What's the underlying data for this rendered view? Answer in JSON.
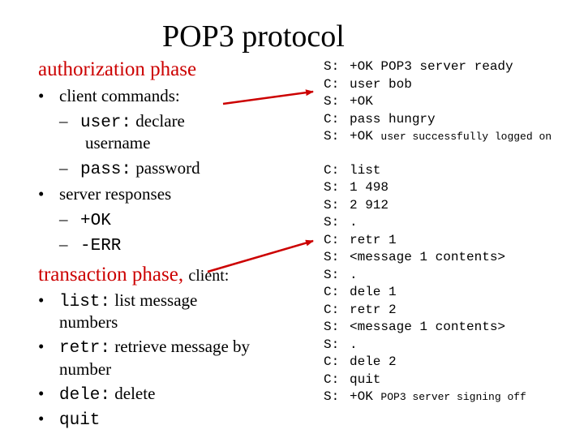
{
  "title": "POP3 protocol",
  "authorization": {
    "heading": "authorization phase",
    "client_commands_label": "client commands:",
    "user_cmd": "user:",
    "user_desc": "declare",
    "user_desc_cont": "username",
    "pass_cmd": "pass:",
    "pass_desc": "password",
    "server_responses_label": "server responses",
    "ok": "+OK",
    "err": "-ERR"
  },
  "transaction": {
    "heading": "transaction phase,",
    "heading_suffix": "client:",
    "list_cmd": "list:",
    "list_desc": "list message",
    "list_desc_cont": "numbers",
    "retr_cmd": "retr:",
    "retr_desc": "retrieve message by",
    "retr_desc_cont": "number",
    "dele_cmd": "dele:",
    "dele_desc": "delete",
    "quit_cmd": "quit"
  },
  "auth_dialog": [
    {
      "who": "S:",
      "msg": "+OK POP3 server ready"
    },
    {
      "who": "C:",
      "msg": "user bob"
    },
    {
      "who": "S:",
      "msg": "+OK"
    },
    {
      "who": "C:",
      "msg": "pass hungry"
    },
    {
      "who": "S:",
      "msg": "+OK",
      "msg_small": "user successfully logged on"
    }
  ],
  "trans_dialog": [
    {
      "who": "C:",
      "msg": "list"
    },
    {
      "who": "S:",
      "msg": "1 498"
    },
    {
      "who": "S:",
      "msg": "2 912"
    },
    {
      "who": "S:",
      "msg": "."
    },
    {
      "who": "C:",
      "msg": "retr 1"
    },
    {
      "who": "S:",
      "msg": "<message 1 contents>"
    },
    {
      "who": "S:",
      "msg": "."
    },
    {
      "who": "C:",
      "msg": "dele 1"
    },
    {
      "who": "C:",
      "msg": "retr 2"
    },
    {
      "who": "S:",
      "msg": "<message 1 contents>"
    },
    {
      "who": "S:",
      "msg": "."
    },
    {
      "who": "C:",
      "msg": "dele 2"
    },
    {
      "who": "C:",
      "msg": "quit"
    },
    {
      "who": "S:",
      "msg": "+OK",
      "msg_small": "POP3 server signing off"
    }
  ],
  "colors": {
    "heading": "#cc0000",
    "arrow": "#cc0000",
    "text": "#000000"
  }
}
